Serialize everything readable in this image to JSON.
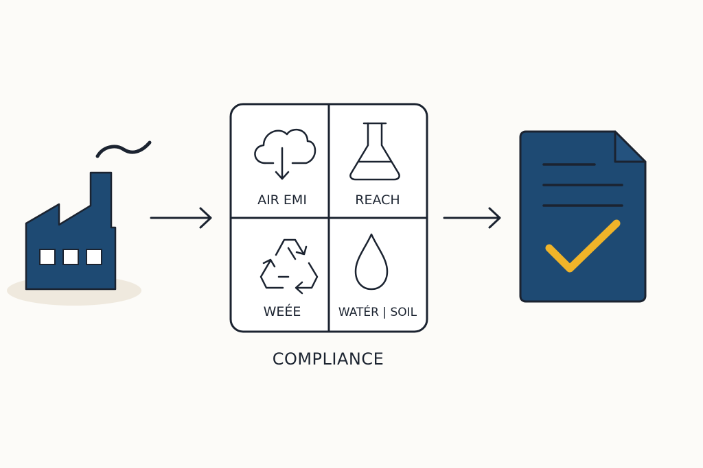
{
  "diagram": {
    "caption": "COMPLIANCE",
    "cells": [
      {
        "id": "air",
        "label": "AIR EMI",
        "icon": "cloud-download-icon"
      },
      {
        "id": "reach",
        "label": "REACH",
        "icon": "flask-icon"
      },
      {
        "id": "weee",
        "label": "WEÉE",
        "icon": "recycle-icon"
      },
      {
        "id": "water",
        "label": "WATÉR | SOIL",
        "icon": "water-drop-icon"
      }
    ],
    "source": {
      "icon": "factory-icon"
    },
    "result": {
      "icon": "checked-document-icon"
    },
    "colors": {
      "navy": "#1e4a73",
      "ink": "#1b2330",
      "check": "#f0b429",
      "background": "#fcfbf8",
      "shadow": "#efe9de"
    }
  }
}
